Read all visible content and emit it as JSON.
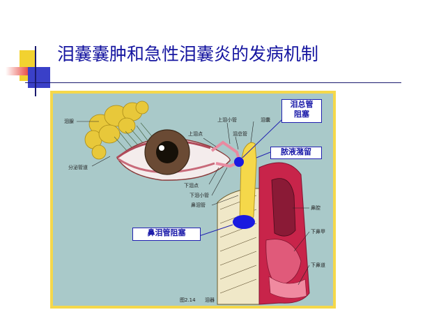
{
  "slide": {
    "title": "泪囊囊肿和急性泪囊炎的发病机制"
  },
  "figure": {
    "labels": {
      "lacrimal_gland": "泪腺",
      "secretory_ducts": "分泌管道",
      "upper_punctum": "上泪点",
      "upper_canaliculus": "上泪小管",
      "common_canaliculus": "泪总管",
      "lacrimal_sac": "泪囊",
      "lower_punctum": "下泪点",
      "lower_canaliculus": "下泪小管",
      "nasolacrimal_duct": "鼻泪管",
      "nasal_cavity": "鼻腔",
      "inferior_turbinate": "下鼻甲",
      "inferior_meatus": "下鼻道"
    },
    "caption_number": "图2.14",
    "caption_title": "泪器",
    "callouts": {
      "common_canaliculus_obstruction": "泪总管\n阻塞",
      "pus_retention": "脓液潴留",
      "nasolacrimal_obstruction": "鼻泪管阻塞"
    }
  },
  "colors": {
    "frame": "#f5d84a",
    "background": "#a9c9c9",
    "title": "#1515a0",
    "obstruction_marker": "#1a1ae0",
    "pus": "#f5d84a",
    "nasal_tissue": "#c8244a"
  }
}
